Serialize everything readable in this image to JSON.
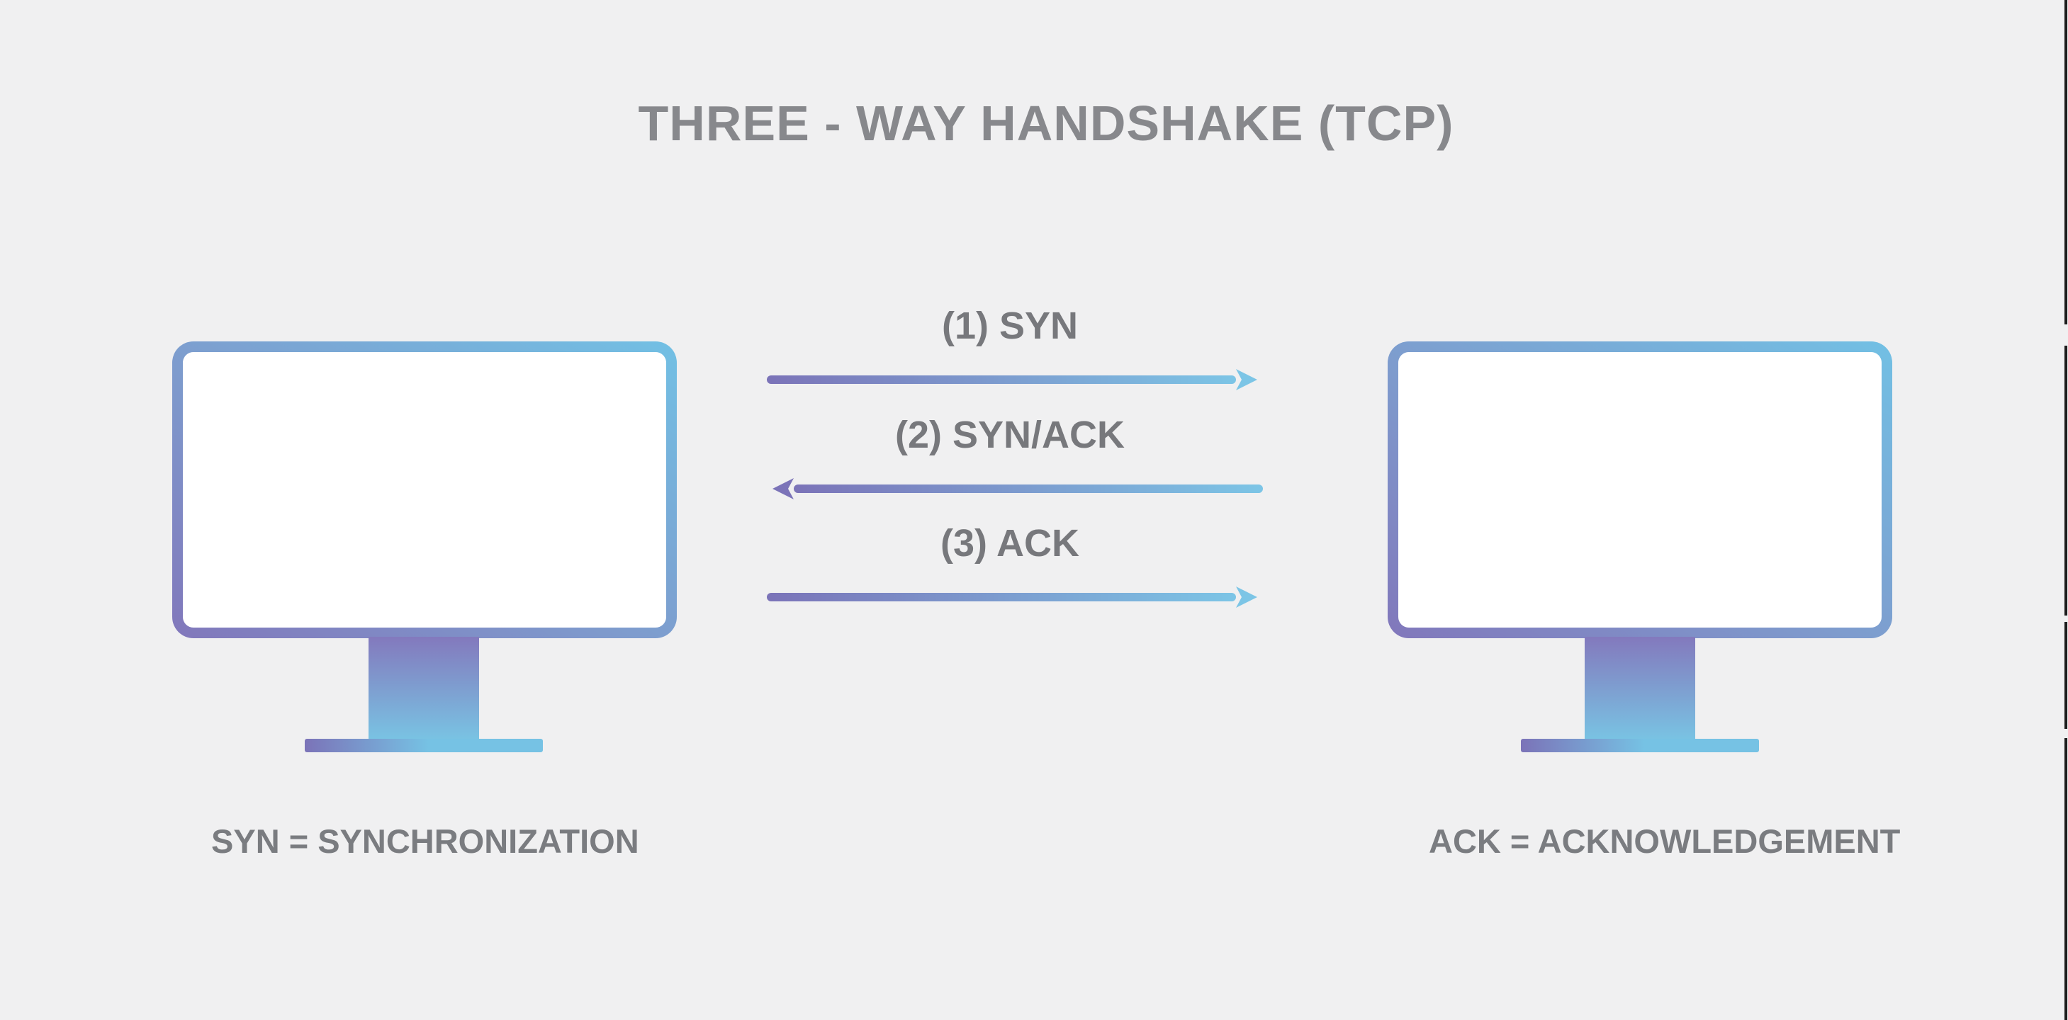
{
  "title": "THREE - WAY HANDSHAKE (TCP)",
  "diagram": {
    "steps": [
      {
        "label": "(1) SYN",
        "direction": "client-to-server"
      },
      {
        "label": "(2) SYN/ACK",
        "direction": "server-to-client"
      },
      {
        "label": "(3) ACK",
        "direction": "client-to-server"
      }
    ],
    "left_caption": "SYN = SYNCHRONIZATION",
    "right_caption": "ACK = ACKNOWLEDGEMENT"
  },
  "colors": {
    "background": "#f0f0f1",
    "heading_text": "#87888c",
    "label_text": "#77787c",
    "caption_text": "#7a7c80",
    "gradient_purple": "#7b73b8",
    "gradient_blue": "#7cc5e6",
    "screen_fill": "#ffffff",
    "edge_line": "#1d1d1d"
  }
}
